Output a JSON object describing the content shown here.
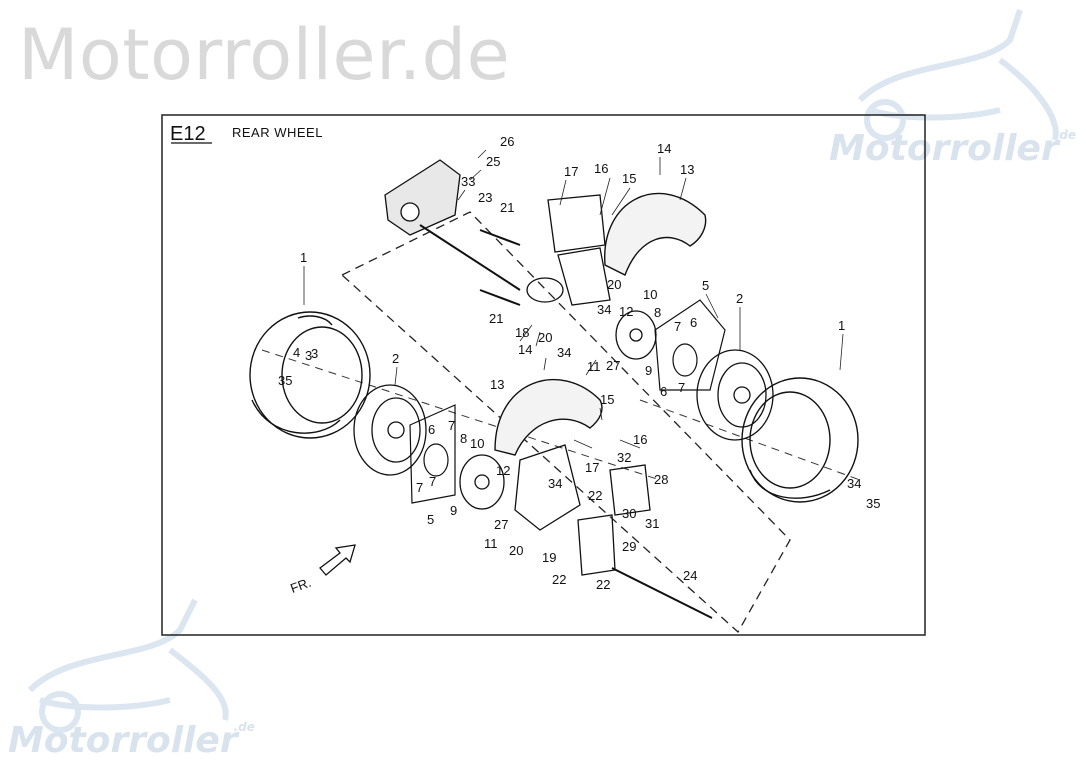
{
  "brand": "Motorroller.de",
  "watermark": {
    "text": "Motorroller",
    "suffix": ".de"
  },
  "diagram": {
    "code": "E12",
    "title": "REAR WHEEL",
    "front_marker": "FR."
  },
  "part_labels": [
    "1",
    "2",
    "3",
    "4",
    "5",
    "6",
    "7",
    "8",
    "9",
    "10",
    "11",
    "12",
    "13",
    "14",
    "15",
    "16",
    "17",
    "18",
    "19",
    "20",
    "21",
    "22",
    "23",
    "24",
    "25",
    "26",
    "27",
    "28",
    "29",
    "30",
    "31",
    "32",
    "33",
    "34",
    "35"
  ]
}
